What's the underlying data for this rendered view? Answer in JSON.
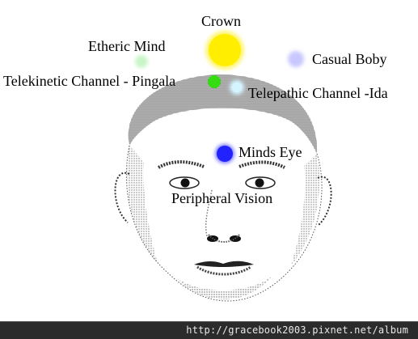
{
  "labels": {
    "crown": "Crown",
    "etheric_mind": "Etheric Mind",
    "casual_body": "Casual Boby",
    "telekinetic": "Telekinetic Channel - Pingala",
    "telepathic": "Telepathic Channel -Ida",
    "minds_eye": "Minds Eye",
    "peripheral": "Peripheral Vision"
  },
  "footer": {
    "url": "http://gracebook2003.pixnet.net/album"
  },
  "colors": {
    "crown": "#ffee00",
    "etheric_mind": "#c8f5c8",
    "casual_body": "#c8c8ff",
    "telekinetic": "#33dd11",
    "telepathic": "#d4f4ff",
    "minds_eye": "#2222ff",
    "footer_bg": "#2b2b2b"
  },
  "icons": [
    "head-stipple-illustration"
  ]
}
